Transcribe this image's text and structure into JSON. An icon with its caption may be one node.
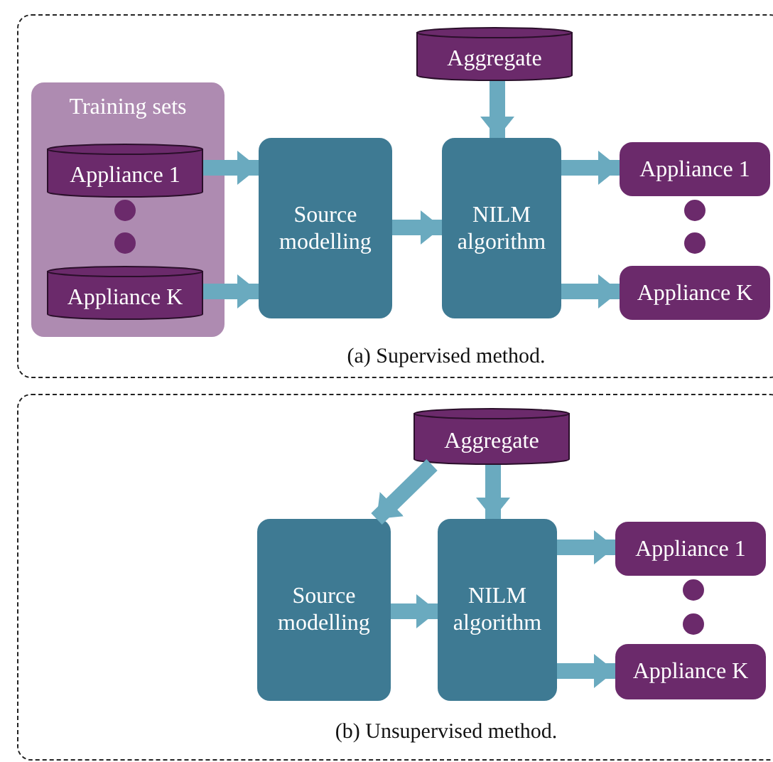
{
  "diagram": {
    "nodes": [
      {
        "text": [
          "(a) Supervised method."
        ]
      },
      {
        "text": [
          "Aggregate"
        ],
        "in": 0
      },
      {
        "text": [
          "Training sets"
        ],
        "in": 0
      },
      {
        "text": [
          "Appliance 1"
        ],
        "in": 2
      },
      {
        "text": [
          "Appliance K"
        ],
        "in": 2
      },
      {
        "text": [
          "Source modelling"
        ],
        "in": 0
      },
      {
        "text": [
          "NILM algorithm"
        ],
        "in": 0
      },
      {
        "text": [
          "Appliance 1"
        ],
        "in": 0
      },
      {
        "text": [
          "Appliance K"
        ],
        "in": 0
      },
      {
        "text": [
          "(b) Unsupervised method."
        ]
      },
      {
        "text": [
          "Aggregate"
        ],
        "in": 9
      },
      {
        "text": [
          "Source modelling"
        ],
        "in": 9
      },
      {
        "text": [
          "NILM algorithm"
        ],
        "in": 9
      },
      {
        "text": [
          "Appliance 1"
        ],
        "in": 9
      },
      {
        "text": [
          "Appliance K"
        ],
        "in": 9
      }
    ],
    "edges": [
      {
        "from": 3,
        "to": 5,
        "arrow": "to"
      },
      {
        "from": 4,
        "to": 5,
        "arrow": "to"
      },
      {
        "from": 5,
        "to": 6,
        "arrow": "to"
      },
      {
        "from": 1,
        "to": 6,
        "arrow": "to"
      },
      {
        "from": 6,
        "to": 7,
        "arrow": "to"
      },
      {
        "from": 6,
        "to": 8,
        "arrow": "to"
      },
      {
        "from": 10,
        "to": 11,
        "arrow": "to"
      },
      {
        "from": 10,
        "to": 12,
        "arrow": "to"
      },
      {
        "from": 11,
        "to": 12,
        "arrow": "to"
      },
      {
        "from": 12,
        "to": 13,
        "arrow": "to"
      },
      {
        "from": 12,
        "to": 14,
        "arrow": "to"
      }
    ]
  }
}
